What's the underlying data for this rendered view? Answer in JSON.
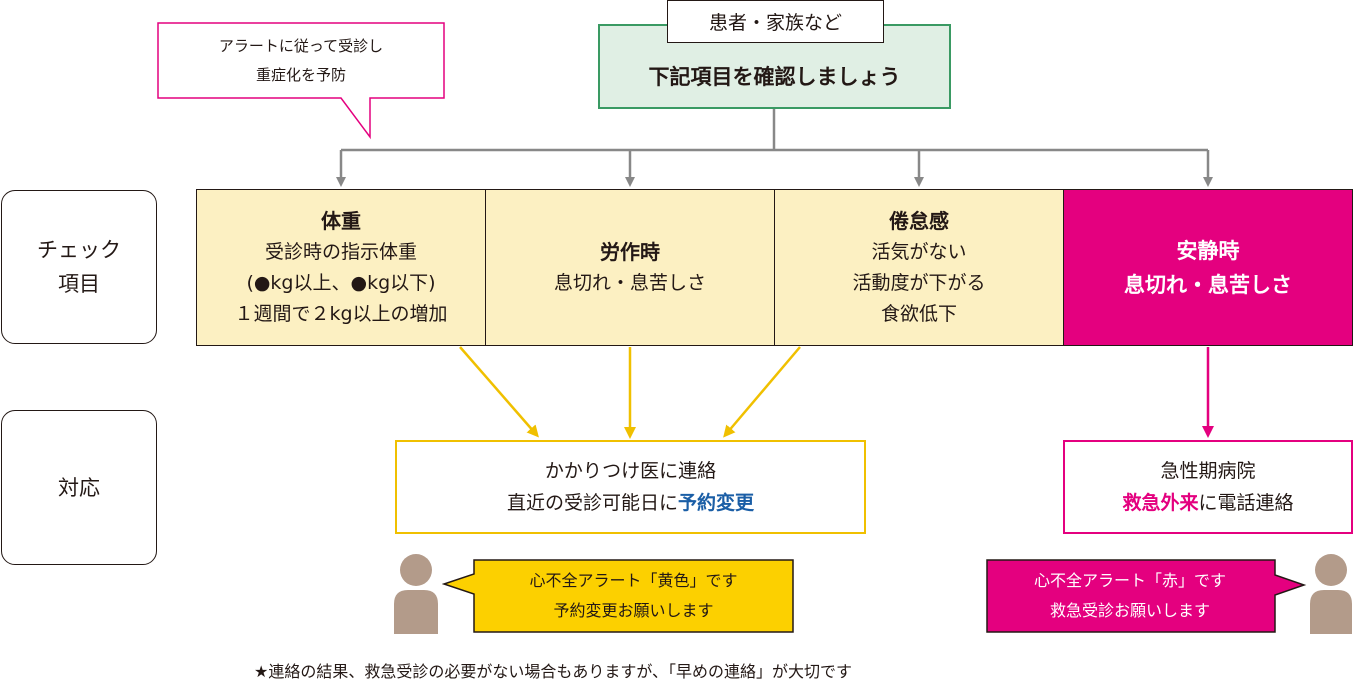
{
  "top_label": "患者・家族など",
  "top_box": "下記項目を確認しましょう",
  "callout": {
    "line1": "アラートに従って受診し",
    "line2": "重症化を予防"
  },
  "side_labels": {
    "check_line1": "チェック",
    "check_line2": "項目",
    "response": "対応"
  },
  "check_items": [
    {
      "title": "体重",
      "lines": [
        "受診時の指示体重",
        "(●kg以上、●kg以下)",
        "１週間で２kg以上の増加"
      ]
    },
    {
      "title": "労作時",
      "lines": [
        "息切れ・息苦しさ"
      ]
    },
    {
      "title": "倦怠感",
      "lines": [
        "活気がない",
        "活動度が下がる",
        "食欲低下"
      ]
    },
    {
      "title": "安静時",
      "lines": [
        "息切れ・息苦しさ"
      ]
    }
  ],
  "response_yellow": {
    "line1": "かかりつけ医に連絡",
    "line2_prefix": "直近の受診可能日に",
    "line2_emphasis": "予約変更"
  },
  "response_pink": {
    "line1": "急性期病院",
    "line2_emphasis": "救急外来",
    "line2_suffix": "に電話連絡"
  },
  "bubble_yellow": {
    "line1": "心不全アラート「黄色」です",
    "line2": "予約変更お願いします"
  },
  "bubble_pink": {
    "line1": "心不全アラート「赤」です",
    "line2": "救急受診お願いします"
  },
  "footnote": "★連絡の結果、救急受診の必要がない場合もありますが、「早めの連絡」が大切です",
  "colors": {
    "yellow_fill": "#fcf0c2",
    "yellow_accent": "#f0c000",
    "pink": "#e4007f",
    "green_border": "#3a9a63",
    "green_fill": "#e0efe4",
    "gray_arrow": "#888888",
    "person": "#b39b8a"
  },
  "icons": [
    "person-icon",
    "person-icon"
  ]
}
